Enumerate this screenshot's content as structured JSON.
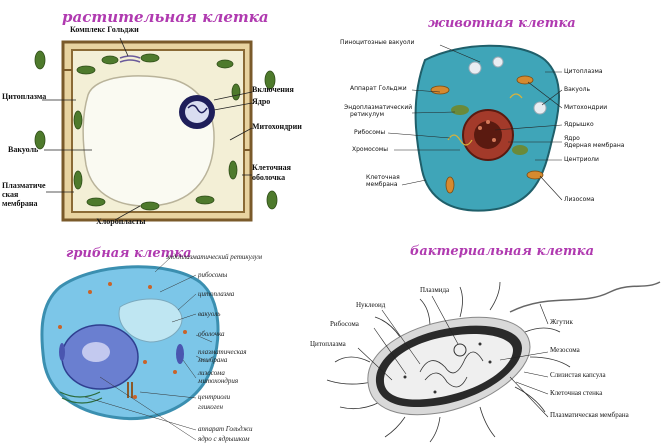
{
  "plant": {
    "title": "растительная клетка",
    "labels": {
      "golgi": "Комплекс Гольджи",
      "cytoplasm": "Цитоплазма",
      "vacuole": "Вакуоль",
      "membrane_1": "Плазматиче",
      "membrane_2": "ская",
      "membrane_3": "мембрана",
      "inclusions": "Включения",
      "nucleus": "Ядро",
      "mito": "Митохондрии",
      "wall_1": "Клеточная",
      "wall_2": "оболочка",
      "chloroplasts": "Хлоропласты"
    }
  },
  "animal": {
    "title": "животная клетка",
    "labels": {
      "pinocytic": "Пиноцитозные вакуоли",
      "golgi": "Аппарат Гольджи",
      "er_1": "Эндоплазматический",
      "er_2": "ретикулум",
      "ribosomes": "Рибосомы",
      "chromosomes": "Хромосомы",
      "membrane_1": "Клеточная",
      "membrane_2": "мембрана",
      "cytoplasm": "Цитоплазма",
      "vacuole": "Вакуоль",
      "mito": "Митохондрии",
      "nucleolus": "Ядрышко",
      "nucleus": "Ядро",
      "nuclear_membrane": "Ядерная мембрана",
      "centrioles": "Центриоли",
      "lysosome": "Лизосома"
    }
  },
  "fungal": {
    "title": "грибная клетка",
    "labels": {
      "er": "эндоплазматический ретикулум",
      "ribosomes": "рибосомы",
      "cytoplasm": "цитоплазма",
      "vacuole": "вакуоль",
      "shell": "оболочка",
      "membrane_1": "плазматическая",
      "membrane_2": "мембрана",
      "lysosome": "лизосома",
      "mito": "митохондрия",
      "centrioles": "центриоли",
      "glycogen": "гликоген",
      "golgi": "аппарат Гольджи",
      "nucleus": "ядро с ядрышком"
    }
  },
  "bacterial": {
    "title": "бактериальная клетка",
    "labels": {
      "plasmid": "Плазмида",
      "nucleoid": "Нуклеоид",
      "ribosome": "Рибосома",
      "cytoplasm": "Цитоплазма",
      "flagellum": "Жгутик",
      "mesosome": "Мезосома",
      "capsule": "Слизистая капсула",
      "wall": "Клеточная стенка",
      "membrane": "Плазматическая мембрана"
    }
  },
  "colors": {
    "title": "#b03ab0",
    "plant_wall": "#7a5a2a",
    "chloroplast": "#5a7a2a",
    "animal_cyto": "#3fa5b8",
    "fungal_cyto": "#7cc6e8",
    "bacterial_wall": "#2a2a2a"
  }
}
